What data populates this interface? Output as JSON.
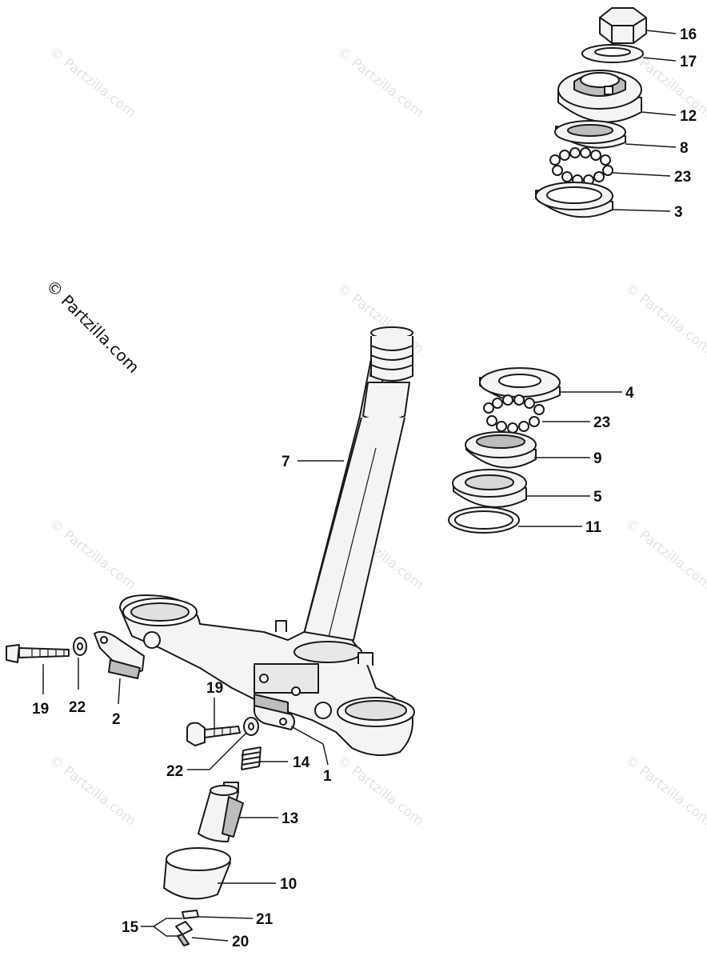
{
  "watermark": {
    "main_text": "© Partzilla.com",
    "tile_text": "© Partzilla.com"
  },
  "colors": {
    "line": "#1a1a1a",
    "part_fill": "#f4f4f4",
    "shade": "#bdbdbd",
    "watermark": "#e2e2e2"
  },
  "callouts": {
    "c16": "16",
    "c17": "17",
    "c12": "12",
    "c8": "8",
    "c23a": "23",
    "c3": "3",
    "c4": "4",
    "c23b": "23",
    "c9": "9",
    "c5": "5",
    "c11": "11",
    "c7": "7",
    "c19a": "19",
    "c22a": "22",
    "c2": "2",
    "c19b": "19",
    "c22b": "22",
    "c14": "14",
    "c1": "1",
    "c13": "13",
    "c10": "10",
    "c15": "15",
    "c21": "21",
    "c20": "20"
  }
}
